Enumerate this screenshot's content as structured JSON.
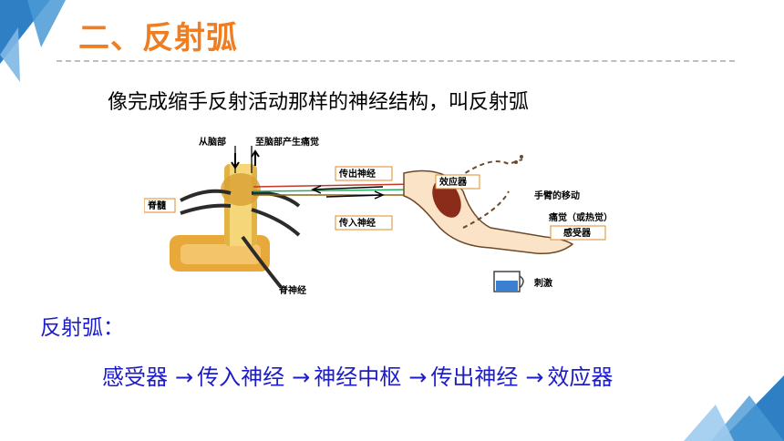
{
  "slide": {
    "title": "二、反射弧",
    "subtitle": "像完成缩手反射活动那样的神经结构，叫反射弧",
    "section_label": "反射弧：",
    "chain": {
      "step1": "感受器",
      "step2": "传入神经",
      "step3": "神经中枢",
      "step4": "传出神经",
      "step5": "效应器",
      "arrow": "→"
    }
  },
  "diagram": {
    "from_brain": "从脑部",
    "to_brain": "至脑部产生痛觉",
    "spinal_cord": "脊髓",
    "efferent": "传出神经",
    "afferent": "传入神经",
    "effector": "效应器",
    "arm_movement": "手臂的移动",
    "receptor_line1": "痛觉（或热觉）",
    "receptor_line2": "感受器",
    "stimulus": "刺激",
    "spinal_nerve": "脊神经"
  },
  "colors": {
    "accent_orange": "#ef7d22",
    "chain_blue": "#1c1cc8",
    "corner_blue": "#2e7fc4"
  }
}
